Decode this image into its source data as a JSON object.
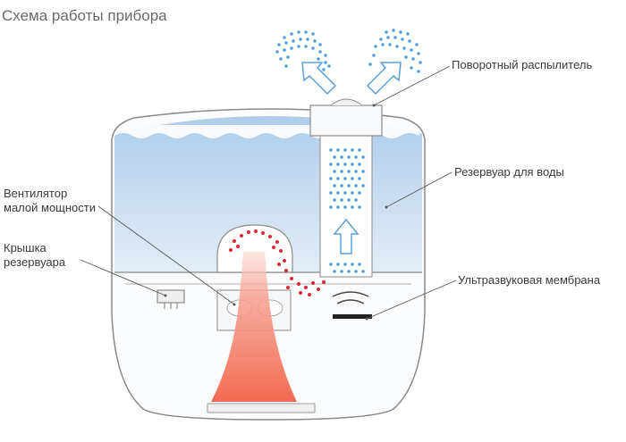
{
  "diagram": {
    "title": "Схема работы прибора",
    "labels": {
      "sprayer": "Поворотный распылитель",
      "reservoir": "Резервуар для воды",
      "fan_line1": "Вентилятор",
      "fan_line2": "малой мощности",
      "lid_line1": "Крышка",
      "lid_line2": "резервуара",
      "membrane": "Ультразвуковая мембрана"
    },
    "colors": {
      "water": "#c9dff2",
      "mist_dots": "#5aa0d8",
      "hot_dots": "#d8283a",
      "warm_stream": "#f08070",
      "body_outline": "#8a8a8a",
      "leader_line": "#555555"
    }
  }
}
